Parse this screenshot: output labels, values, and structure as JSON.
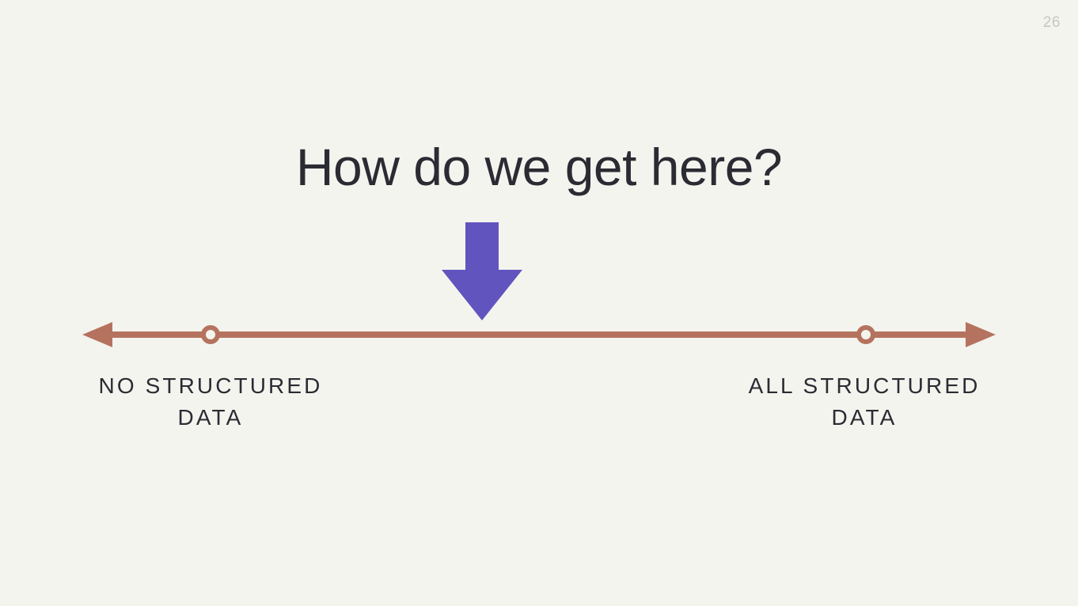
{
  "slide": {
    "page_number": "26",
    "title": "How do we get here?",
    "background_color": "#F4F4EF",
    "title_color": "#2B2B33",
    "page_number_color": "#C7C7C0"
  },
  "arrow": {
    "name": "down-arrow",
    "direction": "down",
    "color": "#6254BE"
  },
  "spectrum": {
    "line_color": "#B5735F",
    "marker_fill": "#F4F4EF",
    "left_arrowhead": "arrow-left",
    "right_arrowhead": "arrow-right",
    "markers": [
      {
        "id": "marker-left",
        "position_pct": 14.6
      },
      {
        "id": "marker-right",
        "position_pct": 85.3
      }
    ],
    "labels": {
      "left": {
        "line1": "NO STRUCTURED",
        "line2": "DATA"
      },
      "right": {
        "line1": "ALL STRUCTURED",
        "line2": "DATA"
      }
    }
  }
}
